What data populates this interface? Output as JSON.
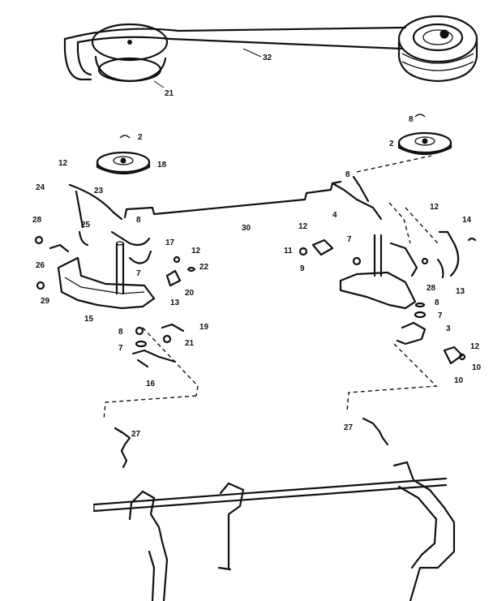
{
  "callouts": {
    "c2a": "2",
    "c2b": "2",
    "c3": "3",
    "c4": "4",
    "c7a": "7",
    "c7b": "7",
    "c7c": "7",
    "c8a": "8",
    "c8b": "8",
    "c8c": "8",
    "c8d": "8",
    "c8e": "8",
    "c9": "9",
    "c10a": "10",
    "c10b": "10",
    "c11": "11",
    "c12a": "12",
    "c12b": "12",
    "c12c": "12",
    "c12d": "12",
    "c12e": "12",
    "c13a": "13",
    "c13b": "13",
    "c14": "14",
    "c15": "15",
    "c16": "16",
    "c17": "17",
    "c18": "18",
    "c19": "19",
    "c20": "20",
    "c21a": "21",
    "c21b": "21",
    "c22": "22",
    "c23": "23",
    "c24": "24",
    "c25": "25",
    "c26": "26",
    "c27a": "27",
    "c27b": "27",
    "c28a": "28",
    "c28b": "28",
    "c29": "29",
    "c30": "30",
    "c32": "32"
  }
}
